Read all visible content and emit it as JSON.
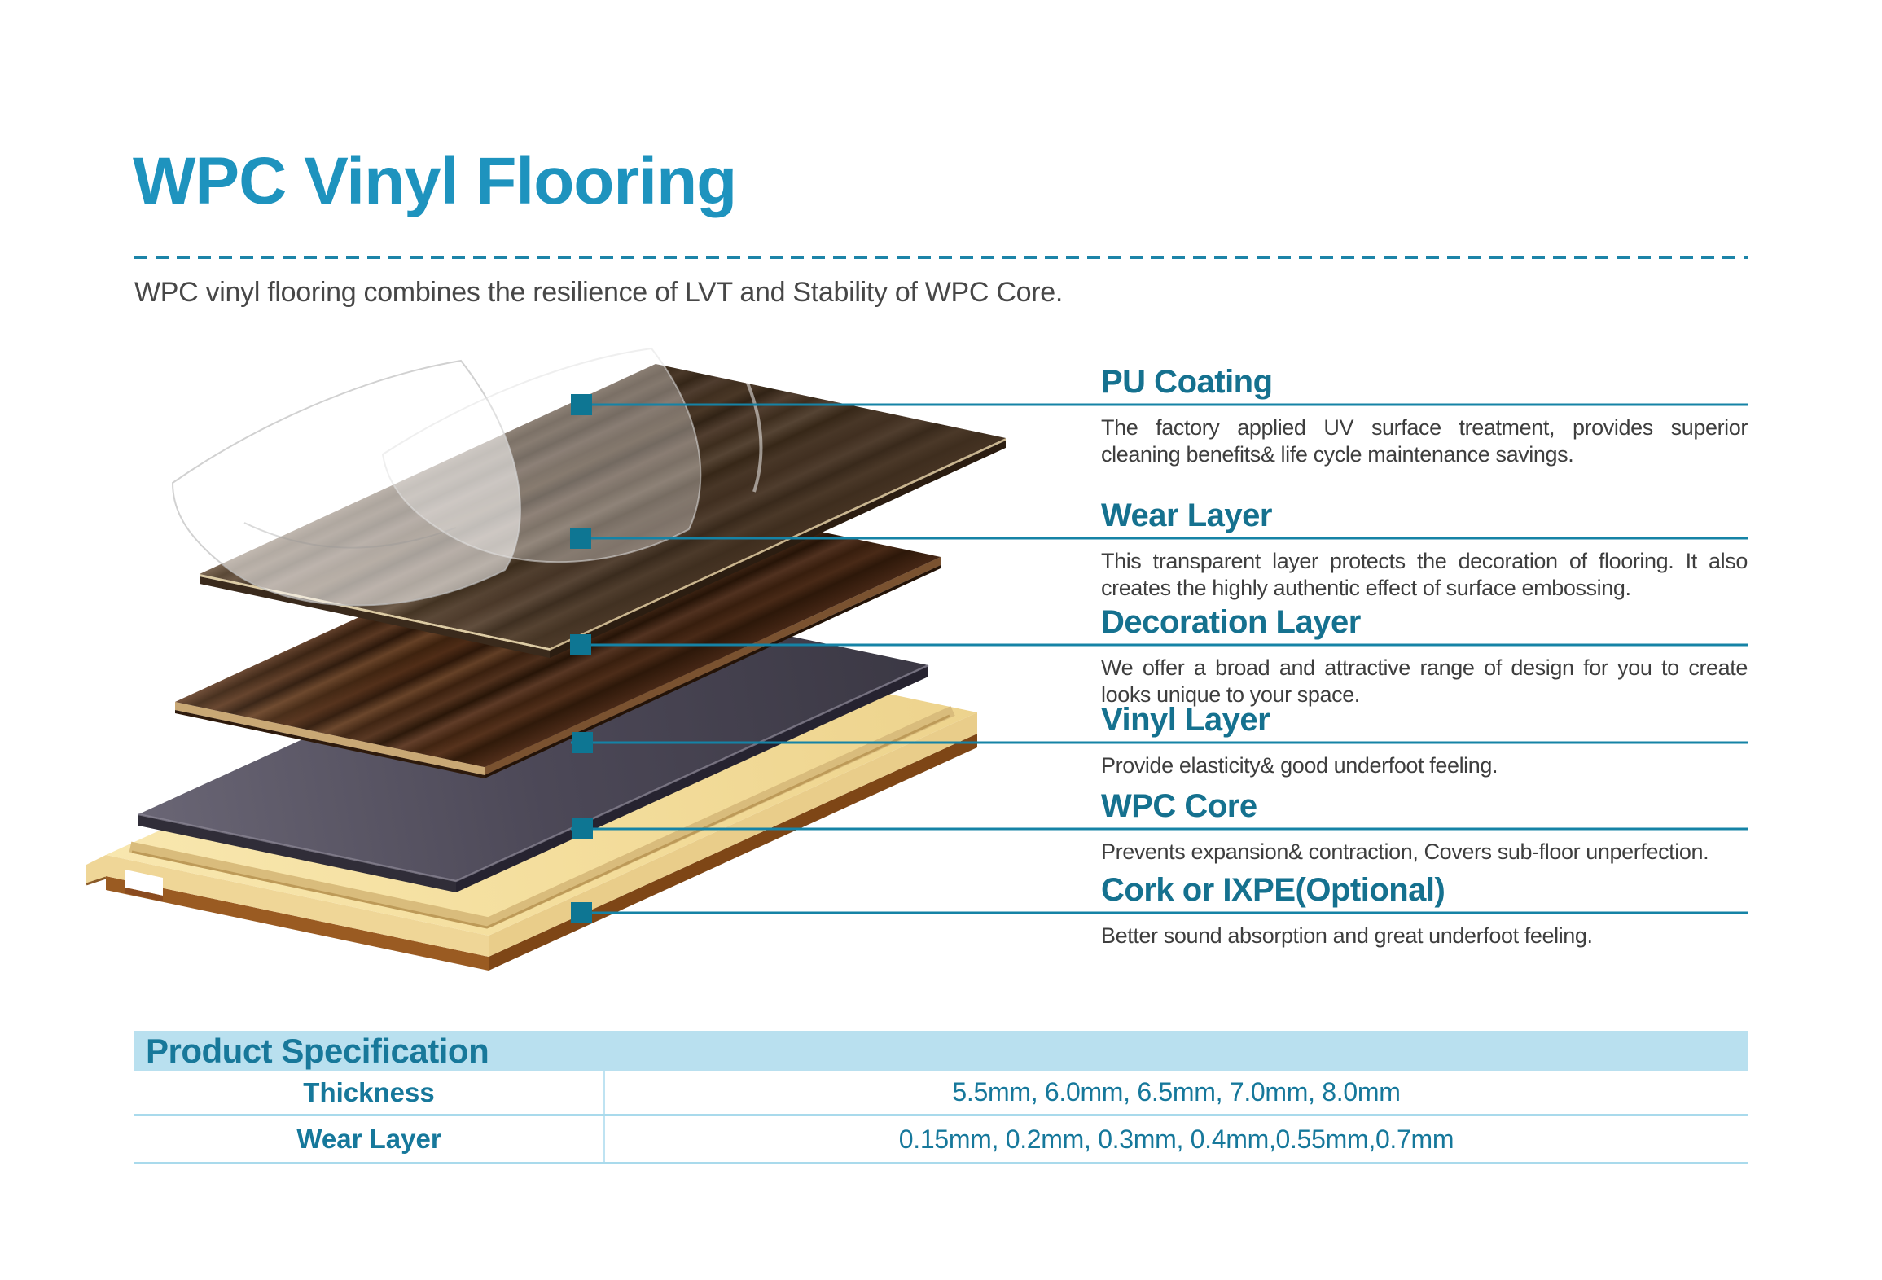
{
  "page": {
    "title": "WPC Vinyl Flooring",
    "subtitle": "WPC vinyl flooring combines the resilience of LVT and Stability of WPC Core."
  },
  "layers": [
    {
      "title": "PU Coating",
      "description": "The factory applied UV surface treatment, provides superior cleaning benefits& life cycle maintenance savings."
    },
    {
      "title": "Wear Layer",
      "description": "This transparent layer protects the decoration of flooring. It also creates the highly authentic effect of surface embossing."
    },
    {
      "title": "Decoration Layer",
      "description": "We offer a broad and attractive range of design for you to create looks unique to your space."
    },
    {
      "title": "Vinyl Layer",
      "description": "Provide elasticity& good underfoot feeling."
    },
    {
      "title": "WPC Core",
      "description": "Prevents expansion& contraction, Covers sub-floor unperfection."
    },
    {
      "title": "Cork or IXPE(Optional)",
      "description": "Better sound absorption and great underfoot feeling."
    }
  ],
  "spec_table": {
    "header": "Product Specification",
    "rows": [
      {
        "label": "Thickness",
        "value": "5.5mm, 6.0mm, 6.5mm, 7.0mm, 8.0mm"
      },
      {
        "label": "Wear Layer",
        "value": "0.15mm, 0.2mm, 0.3mm, 0.4mm,0.55mm,0.7mm"
      }
    ]
  },
  "colors": {
    "title_teal": "#1E93BE",
    "heading_teal": "#15718F",
    "connector_line": "#1583A6",
    "marker": "#0E7693",
    "table_band": "#B9E0EF",
    "table_text": "#16789B",
    "table_line": "#A9DAEC",
    "wpc_core_cream": "#F4DE9D",
    "cork_brown": "#9A5B22",
    "vinyl_gray": "#4C4857",
    "body_text": "#3E3E3E"
  }
}
